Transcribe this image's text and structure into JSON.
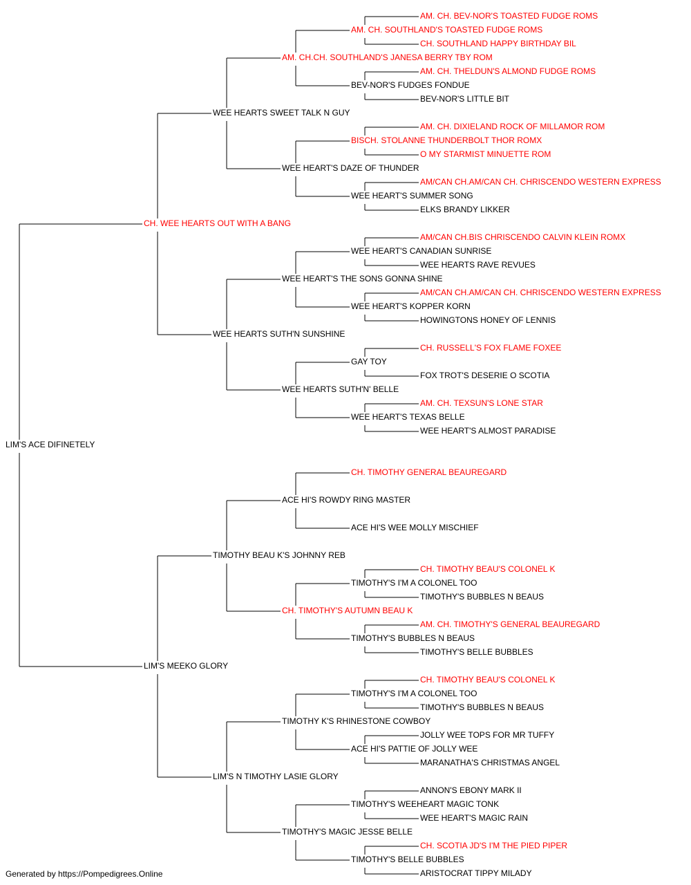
{
  "colors": {
    "champion": "#ff0000",
    "normal": "#000000",
    "line": "#000000"
  },
  "footer": "Generated by https://Pompedigrees.Online",
  "pedigree": {
    "name": "LIM'S ACE DIFINETELY",
    "champion": false,
    "sire": {
      "name": "CH. WEE HEARTS OUT WITH A BANG",
      "champion": true,
      "sire": {
        "name": "WEE HEARTS SWEET TALK N GUY",
        "champion": false,
        "sire": {
          "name": "AM. CH.CH. SOUTHLAND'S JANESA BERRY TBY ROM",
          "champion": true,
          "sire": {
            "name": "AM. CH. SOUTHLAND'S TOASTED FUDGE ROMS",
            "champion": true,
            "sire": {
              "name": "AM. CH. BEV-NOR'S TOASTED FUDGE ROMS",
              "champion": true
            },
            "dam": {
              "name": "CH. SOUTHLAND HAPPY BIRTHDAY BIL",
              "champion": true
            }
          },
          "dam": {
            "name": "BEV-NOR'S FUDGES FONDUE",
            "champion": false,
            "sire": {
              "name": "AM. CH. THELDUN'S ALMOND FUDGE ROMS",
              "champion": true
            },
            "dam": {
              "name": "BEV-NOR'S LITTLE BIT",
              "champion": false
            }
          }
        },
        "dam": {
          "name": "WEE HEART'S DAZE OF THUNDER",
          "champion": false,
          "sire": {
            "name": "BISCH. STOLANNE THUNDERBOLT THOR ROMX",
            "champion": true,
            "sire": {
              "name": "AM. CH. DIXIELAND ROCK OF MILLAMOR ROM",
              "champion": true
            },
            "dam": {
              "name": "O MY STARMIST MINUETTE ROM",
              "champion": true
            }
          },
          "dam": {
            "name": "WEE HEART'S SUMMER SONG",
            "champion": false,
            "sire": {
              "name": "AM/CAN CH.AM/CAN CH. CHRISCENDO WESTERN EXPRESS",
              "champion": true
            },
            "dam": {
              "name": "ELKS BRANDY LIKKER",
              "champion": false
            }
          }
        }
      },
      "dam": {
        "name": "WEE HEARTS SUTH'N SUNSHINE",
        "champion": false,
        "sire": {
          "name": "WEE HEART'S THE SONS GONNA SHINE",
          "champion": false,
          "sire": {
            "name": "WEE HEART'S CANADIAN SUNRISE",
            "champion": false,
            "sire": {
              "name": "AM/CAN CH.BIS CHRISCENDO CALVIN KLEIN ROMX",
              "champion": true
            },
            "dam": {
              "name": "WEE HEARTS RAVE REVUES",
              "champion": false
            }
          },
          "dam": {
            "name": "WEE HEART'S KOPPER KORN",
            "champion": false,
            "sire": {
              "name": "AM/CAN CH.AM/CAN CH. CHRISCENDO WESTERN EXPRESS",
              "champion": true
            },
            "dam": {
              "name": "HOWINGTONS HONEY OF LENNIS",
              "champion": false
            }
          }
        },
        "dam": {
          "name": "WEE HEARTS SUTH'N' BELLE",
          "champion": false,
          "sire": {
            "name": "GAY TOY",
            "champion": false,
            "sire": {
              "name": "CH. RUSSELL'S FOX FLAME FOXEE",
              "champion": true
            },
            "dam": {
              "name": "FOX TROT'S DESERIE O SCOTIA",
              "champion": false
            }
          },
          "dam": {
            "name": "WEE HEART'S TEXAS BELLE",
            "champion": false,
            "sire": {
              "name": "AM. CH. TEXSUN'S LONE STAR",
              "champion": true
            },
            "dam": {
              "name": "WEE HEART'S ALMOST PARADISE",
              "champion": false
            }
          }
        }
      }
    },
    "dam": {
      "name": "LIM'S MEEKO GLORY",
      "champion": false,
      "sire": {
        "name": "TIMOTHY BEAU K'S JOHNNY REB",
        "champion": false,
        "sire": {
          "name": "ACE HI'S ROWDY RING MASTER",
          "champion": false,
          "sire": {
            "name": "CH. TIMOTHY GENERAL BEAUREGARD",
            "champion": true
          },
          "dam": {
            "name": "ACE HI'S WEE MOLLY MISCHIEF",
            "champion": false
          }
        },
        "dam": {
          "name": "CH. TIMOTHY'S AUTUMN BEAU K",
          "champion": true,
          "sire": {
            "name": "TIMOTHY'S I'M A COLONEL TOO",
            "champion": false,
            "sire": {
              "name": "CH. TIMOTHY BEAU'S COLONEL K",
              "champion": true
            },
            "dam": {
              "name": "TIMOTHY'S BUBBLES N BEAUS",
              "champion": false
            }
          },
          "dam": {
            "name": "TIMOTHY'S BUBBLES N BEAUS",
            "champion": false,
            "sire": {
              "name": "AM. CH. TIMOTHY'S GENERAL BEAUREGARD",
              "champion": true
            },
            "dam": {
              "name": "TIMOTHY'S BELLE BUBBLES",
              "champion": false
            }
          }
        }
      },
      "dam": {
        "name": "LIM'S N TIMOTHY LASIE GLORY",
        "champion": false,
        "sire": {
          "name": "TIMOTHY K'S RHINESTONE COWBOY",
          "champion": false,
          "sire": {
            "name": "TIMOTHY'S I'M A COLONEL TOO",
            "champion": false,
            "sire": {
              "name": "CH. TIMOTHY BEAU'S COLONEL K",
              "champion": true
            },
            "dam": {
              "name": "TIMOTHY'S BUBBLES N BEAUS",
              "champion": false
            }
          },
          "dam": {
            "name": "ACE HI'S PATTIE OF JOLLY WEE",
            "champion": false,
            "sire": {
              "name": "JOLLY WEE TOPS FOR MR TUFFY",
              "champion": false
            },
            "dam": {
              "name": "MARANATHA'S CHRISTMAS ANGEL",
              "champion": false
            }
          }
        },
        "dam": {
          "name": "TIMOTHY'S MAGIC JESSE BELLE",
          "champion": false,
          "sire": {
            "name": "TIMOTHY'S WEEHEART MAGIC TONK",
            "champion": false,
            "sire": {
              "name": "ANNON'S EBONY MARK II",
              "champion": false
            },
            "dam": {
              "name": "WEE HEART'S MAGIC RAIN",
              "champion": false
            }
          },
          "dam": {
            "name": "TIMOTHY'S BELLE BUBBLES",
            "champion": false,
            "sire": {
              "name": "CH. SCOTIA JD'S I'M THE PIED PIPER",
              "champion": true
            },
            "dam": {
              "name": "ARISTOCRAT TIPPY MILADY",
              "champion": false
            }
          }
        }
      }
    }
  }
}
